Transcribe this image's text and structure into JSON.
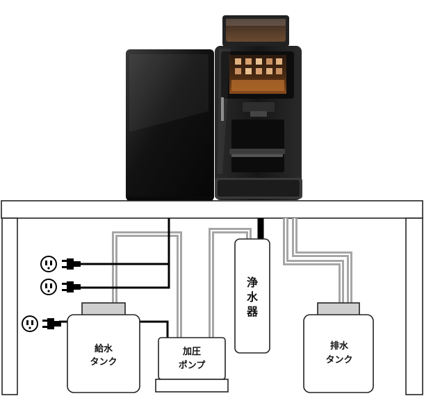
{
  "labels": {
    "supply_tank": [
      "給水",
      "タンク"
    ],
    "pump": [
      "加圧",
      "ポンプ"
    ],
    "filter": [
      "浄",
      "水",
      "器"
    ],
    "drain_tank": [
      "排水",
      "タンク"
    ]
  },
  "colors": {
    "pipe": "#a6a6a6",
    "cable": "#000000",
    "outline": "#222222",
    "tank_cap": "#cfcfcf",
    "machine_body": "#1a1a1a"
  },
  "icons": [
    "coffee-machine-icon",
    "fridge-unit-icon",
    "power-outlet-icon",
    "power-plug-icon"
  ]
}
